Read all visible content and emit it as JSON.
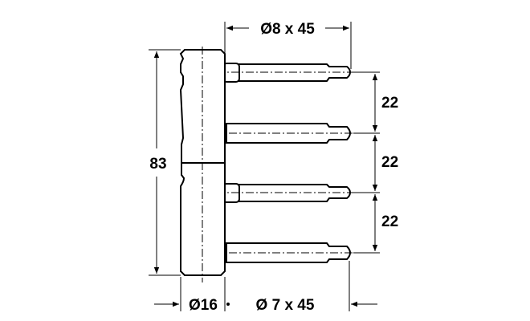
{
  "dimensions": {
    "top_pin_spec": "Ø8 x 45",
    "overall_height": "83",
    "spacing": [
      "22",
      "22",
      "22"
    ],
    "body_diameter": "Ø16",
    "bottom_pin_spec": "Ø 7 x 45"
  }
}
